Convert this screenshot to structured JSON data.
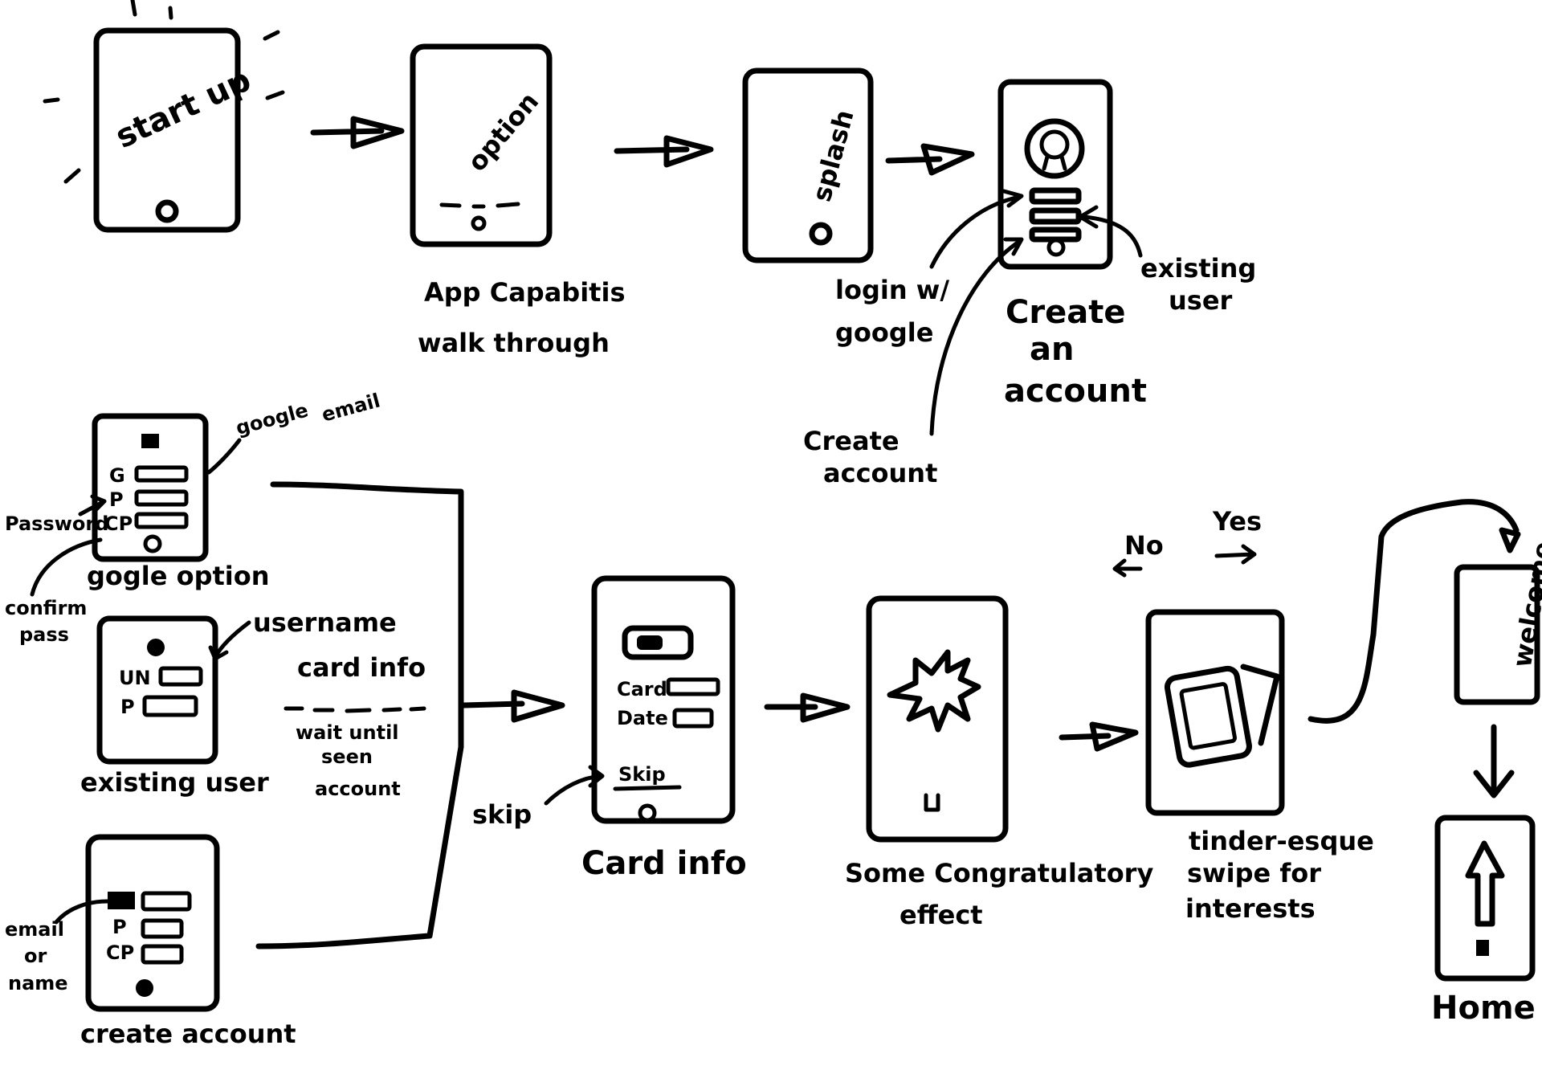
{
  "screens": {
    "startup": {
      "text": "start up"
    },
    "walkthrough": {
      "screen_text": "option",
      "caption_1": "App Capabitis",
      "caption_2": "walk through"
    },
    "splash": {
      "screen_text": "splash"
    },
    "create_account": {
      "caption_1": "Create",
      "caption_2": "an",
      "caption_3": "account"
    },
    "google_option": {
      "caption": "gogle option",
      "row_1": "G",
      "row_2": "P",
      "row_3": "CP"
    },
    "existing_user": {
      "caption": "existing user",
      "row_1": "UN",
      "row_2": "P"
    },
    "create_account_form": {
      "caption": "create account",
      "row_2": "P",
      "row_3": "CP"
    },
    "card_info": {
      "caption": "Card info",
      "row_1": "Card",
      "row_2": "Date",
      "skip": "Skip"
    },
    "congrats": {
      "caption_1": "Some Congratulatory",
      "caption_2": "effect"
    },
    "swipe": {
      "caption_1": "tinder-esque",
      "caption_2": "swipe for",
      "caption_3": "interests"
    },
    "welcome": {
      "screen_text": "welcome"
    },
    "home": {
      "caption": "Home"
    }
  },
  "annotations": {
    "login_google_1": "login w/",
    "login_google_2": "google",
    "existing_user_1": "existing",
    "existing_user_2": "user",
    "create_account_1": "Create",
    "create_account_2": "account",
    "google_email_1": "google",
    "google_email_2": "email",
    "password": "Password",
    "confirm_pass_1": "confirm",
    "confirm_pass_2": "pass",
    "username": "username",
    "email_name_1": "email",
    "email_name_2": "or",
    "email_name_3": "name",
    "card_info_note": "card info",
    "wait_1": "wait until",
    "wait_2": "seen",
    "wait_3": "account",
    "skip": "skip",
    "no": "No",
    "yes": "Yes"
  }
}
